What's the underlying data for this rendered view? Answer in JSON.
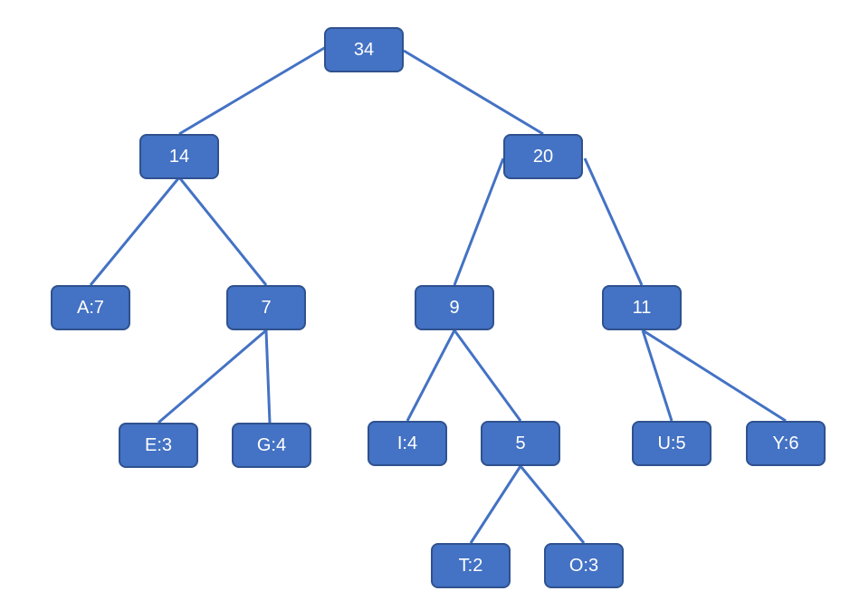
{
  "tree": {
    "colors": {
      "node_fill": "#4472c4",
      "node_border": "#2f528f",
      "edge": "#4472c4",
      "text": "#ffffff"
    },
    "nodes": {
      "n34": "34",
      "n14": "14",
      "n20": "20",
      "a7": "A:7",
      "n7": "7",
      "n9": "9",
      "n11": "11",
      "e3": "E:3",
      "g4": "G:4",
      "i4": "I:4",
      "n5": "5",
      "u5": "U:5",
      "y6": "Y:6",
      "t2": "T:2",
      "o3": "O:3"
    }
  }
}
